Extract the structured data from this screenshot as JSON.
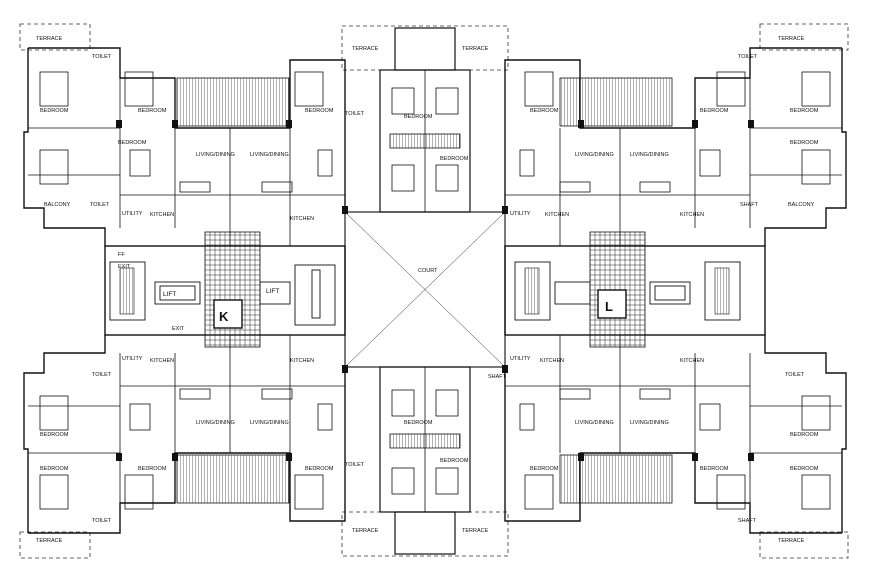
{
  "plan": {
    "court_label": "COURT",
    "tower_labels": [
      "K",
      "L"
    ],
    "lift_label": "LIFT",
    "ff_label": "FF",
    "exit_label": "EXIT",
    "room_labels": {
      "bedroom": "BEDROOM",
      "toilet": "TOILET",
      "kitchen": "KITCHEN",
      "living_dining": "LIVING/DINING",
      "utility": "UTILITY",
      "terrace": "TERRACE",
      "shaft": "SHAFT",
      "balcony": "BALCONY"
    }
  }
}
